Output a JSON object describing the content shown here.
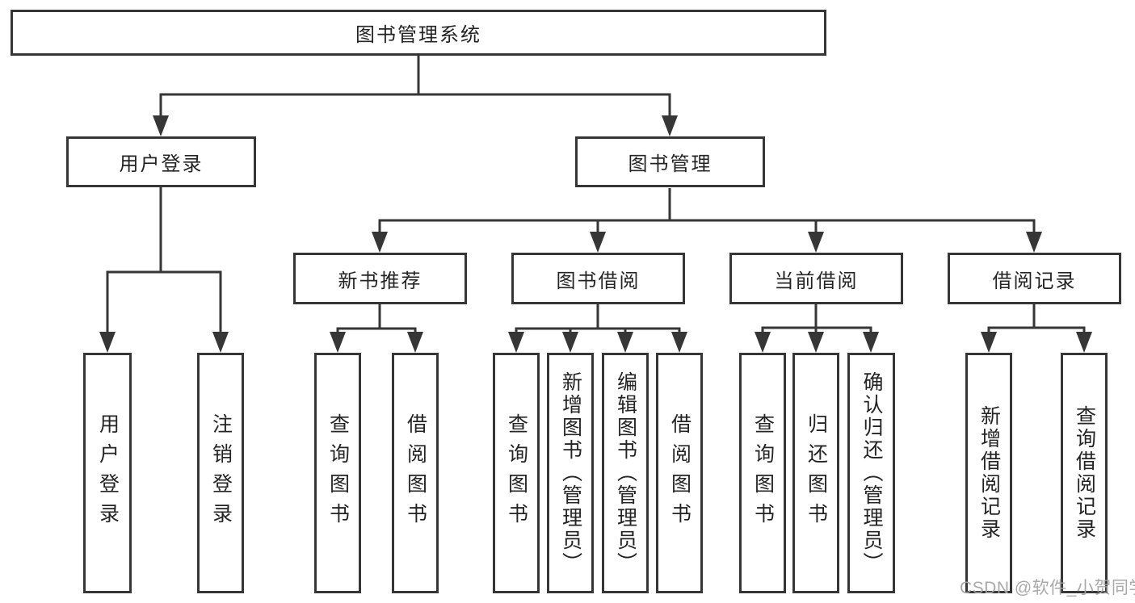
{
  "colors": {
    "background": "#ffffff",
    "line": "#363636",
    "node_border": "#363636",
    "text": "#242424",
    "watermark": "#a4a4a4"
  },
  "watermark": {
    "text": "CSDN @软件_小贺同学"
  },
  "tree": {
    "root": {
      "label": "图书管理系统"
    },
    "children": [
      {
        "label": "用户登录",
        "children": [
          {
            "label": "用户登录"
          },
          {
            "label": "注销登录"
          }
        ]
      },
      {
        "label": "图书管理",
        "children": [
          {
            "label": "新书推荐",
            "children": [
              {
                "label": "查询图书"
              },
              {
                "label": "借阅图书"
              }
            ]
          },
          {
            "label": "图书借阅",
            "children": [
              {
                "label": "查询图书"
              },
              {
                "label": "新增图书（管理员）"
              },
              {
                "label": "编辑图书（管理员）"
              },
              {
                "label": "借阅图书"
              }
            ]
          },
          {
            "label": "当前借阅",
            "children": [
              {
                "label": "查询图书"
              },
              {
                "label": "归还图书"
              },
              {
                "label": "确认归还（管理员）"
              }
            ]
          },
          {
            "label": "借阅记录",
            "children": [
              {
                "label": "新增借阅记录"
              },
              {
                "label": "查询借阅记录"
              }
            ]
          }
        ]
      }
    ]
  }
}
